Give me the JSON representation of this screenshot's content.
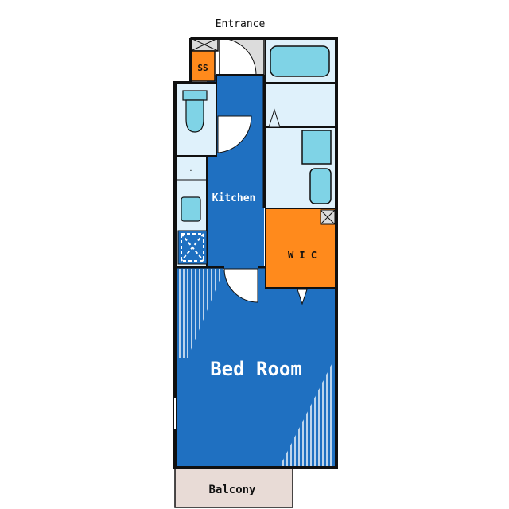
{
  "floorplan": {
    "labels": {
      "entrance": "Entrance",
      "shoe_storage": "SS",
      "kitchen": "Kitchen",
      "wic": "W I C",
      "bedroom": "Bed Room",
      "balcony": "Balcony"
    },
    "colors": {
      "room_blue": "#1f70c1",
      "wet_area": "#dff1fb",
      "storage_orange": "#ff8a1c",
      "entrance_floor": "#dcdcdc",
      "balcony": "#e8dbd6",
      "wall": "#101010",
      "hatch": "#ffffff"
    },
    "fixtures": [
      "bathtub-icon",
      "toilet-icon",
      "washbasin-icon",
      "sink-icon",
      "washing-machine-space-icon",
      "shelf-x-icon"
    ]
  }
}
